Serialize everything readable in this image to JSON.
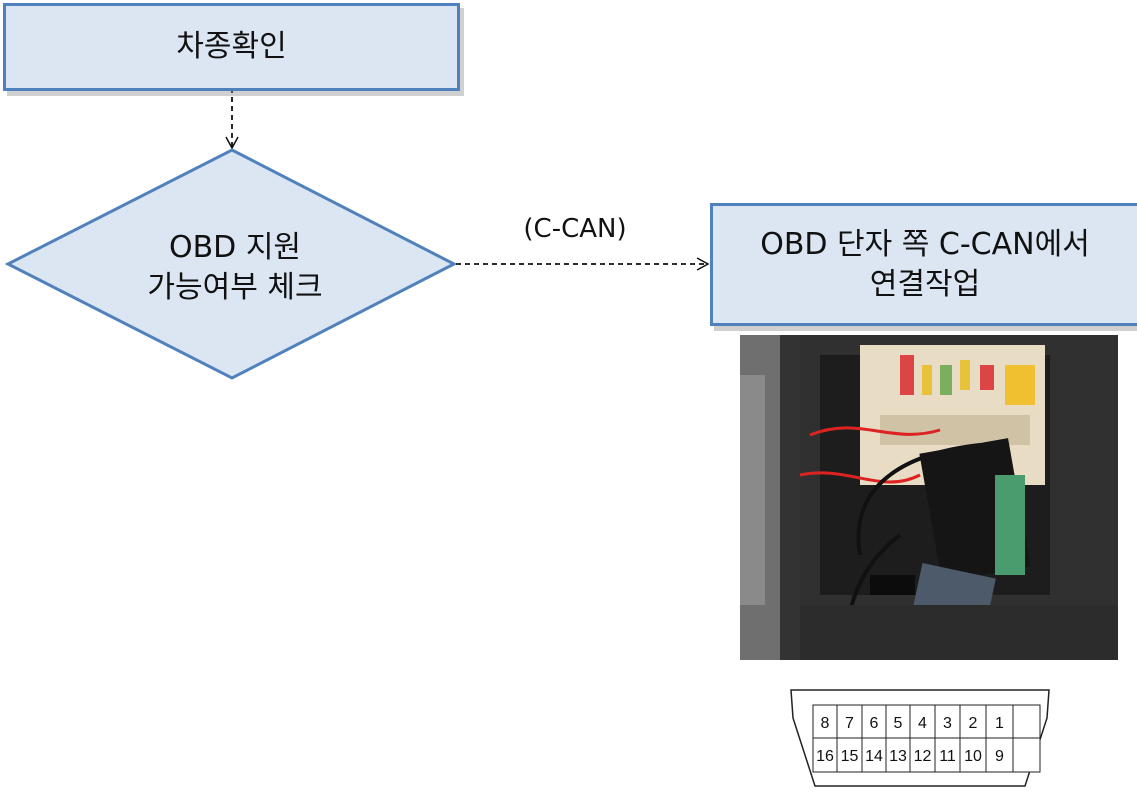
{
  "step1": {
    "label": "차종확인"
  },
  "decision": {
    "label": "OBD 지원\n가능여부 체크"
  },
  "branch": {
    "label": "(C-CAN)"
  },
  "step2": {
    "label": "OBD 단자 쪽 C-CAN에서\n연결작업"
  },
  "connector": {
    "top_row": [
      "8",
      "7",
      "6",
      "5",
      "4",
      "3",
      "2",
      "1"
    ],
    "bottom_row": [
      "16",
      "15",
      "14",
      "13",
      "12",
      "11",
      "10",
      "9"
    ]
  },
  "colors": {
    "box_fill": "#dce6f2",
    "box_border": "#4f81bd"
  }
}
